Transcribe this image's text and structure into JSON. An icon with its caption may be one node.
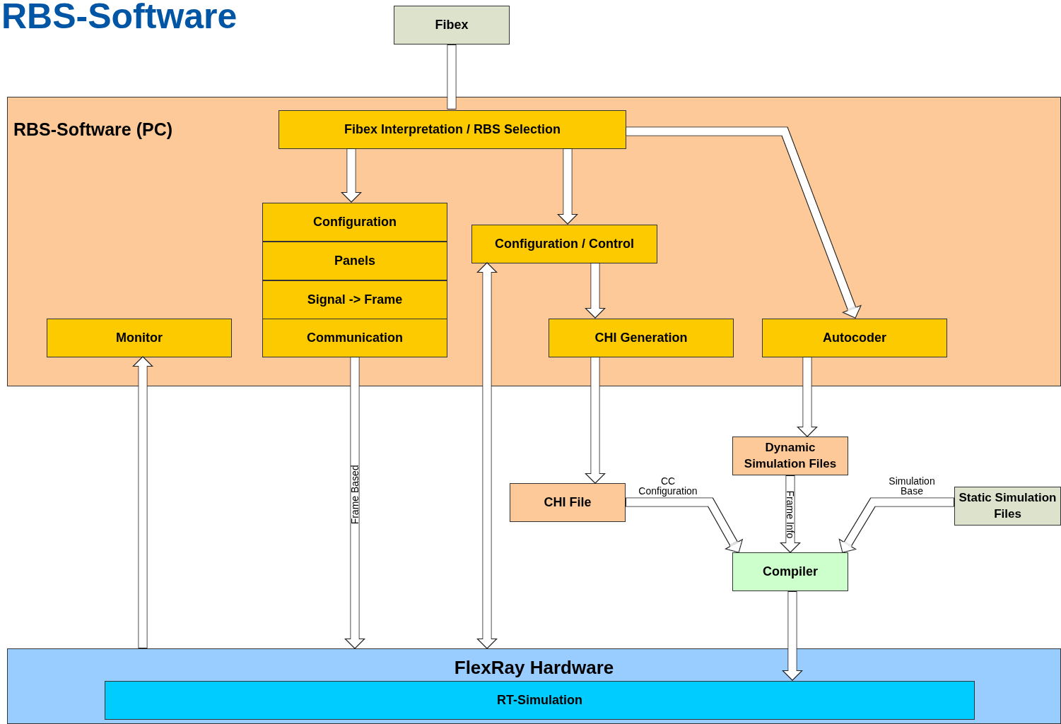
{
  "diagram": {
    "title": "RBS-Software",
    "nodes": [
      {
        "text": [
          "Fibex"
        ]
      },
      {
        "text": [
          "RBS-Software (PC)"
        ]
      },
      {
        "text": [
          "Fibex Interpretation / RBS Selection"
        ],
        "in": 1
      },
      {
        "text": [
          "Configuration"
        ],
        "in": 1
      },
      {
        "text": [
          "Panels"
        ],
        "in": 1
      },
      {
        "text": [
          "Signal -> Frame"
        ],
        "in": 1
      },
      {
        "text": [
          "Communication"
        ],
        "in": 1
      },
      {
        "text": [
          "Configuration / Control"
        ],
        "in": 1
      },
      {
        "text": [
          "Monitor"
        ],
        "in": 1
      },
      {
        "text": [
          "CHI Generation"
        ],
        "in": 1
      },
      {
        "text": [
          "Autocoder"
        ],
        "in": 1
      },
      {
        "text": [
          "Dynamic Simulation Files"
        ]
      },
      {
        "text": [
          "CHI File"
        ]
      },
      {
        "text": [
          "Static Simulation Files"
        ]
      },
      {
        "text": [
          "Compiler"
        ]
      },
      {
        "text": [
          "FlexRay Hardware"
        ]
      },
      {
        "text": [
          "RT-Simulation"
        ],
        "in": 15
      }
    ],
    "edges": [
      {
        "from": 0,
        "to": 2,
        "arrow": "none"
      },
      {
        "from": 2,
        "to": 3,
        "arrow": "to"
      },
      {
        "from": 2,
        "to": 7,
        "arrow": "to"
      },
      {
        "from": 2,
        "to": 10,
        "arrow": "to"
      },
      {
        "from": 7,
        "to": 9,
        "arrow": "to"
      },
      {
        "from": 15,
        "to": 8,
        "arrow": "to"
      },
      {
        "from": 6,
        "to": 15,
        "arrow": "to",
        "label": "Frame Based"
      },
      {
        "from": 7,
        "to": 15,
        "arrow": "both"
      },
      {
        "from": 9,
        "to": 12,
        "arrow": "to"
      },
      {
        "from": 10,
        "to": 11,
        "arrow": "to"
      },
      {
        "from": 12,
        "to": 14,
        "arrow": "to",
        "label": "CC Configuration"
      },
      {
        "from": 11,
        "to": 14,
        "arrow": "to",
        "label": "Frame Info"
      },
      {
        "from": 13,
        "to": 14,
        "arrow": "to",
        "label": "Simulation Base"
      },
      {
        "from": 14,
        "to": 16,
        "arrow": "to"
      }
    ]
  }
}
